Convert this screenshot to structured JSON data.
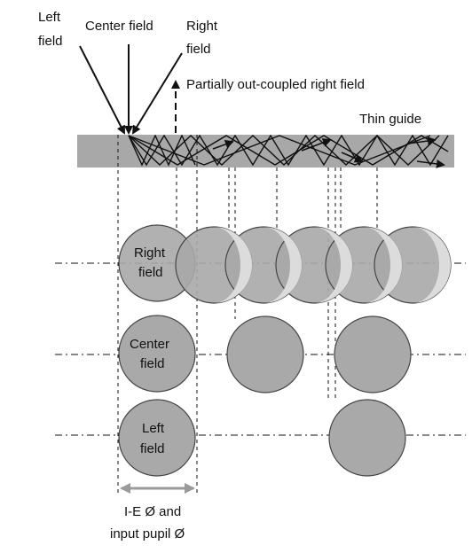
{
  "labels": {
    "left_field_1": "Left",
    "left_field_2": "field",
    "center_field": "Center field",
    "right_field_1": "Right",
    "right_field_2": "field",
    "out_coupled": "Partially out-coupled right field",
    "thin_guide": "Thin guide",
    "row_right_1": "Right",
    "row_right_2": "field",
    "row_center_1": "Center",
    "row_center_2": "field",
    "row_left_1": "Left",
    "row_left_2": "field",
    "pupil_1": "I-E Ø and",
    "pupil_2": "input pupil Ø"
  },
  "colors": {
    "guide": "#a8a8a8",
    "circle": "#a9a9a9",
    "circle_light": "#dcdcdc",
    "line": "#111111",
    "dimension_arrow": "#9a9a9a"
  }
}
